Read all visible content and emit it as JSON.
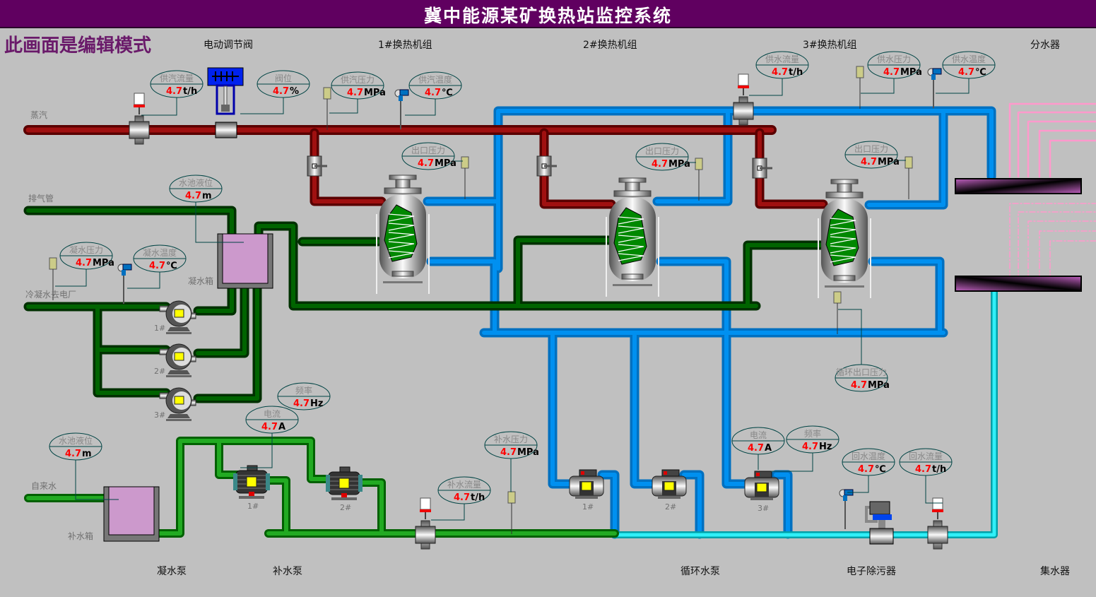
{
  "header": {
    "title": "冀中能源某矿换热站监控系统",
    "mode_notice": "此画面是编辑模式"
  },
  "colors": {
    "title_bar": "#600060",
    "background": "#c0c0c0",
    "steam_pipe": "#8b0000",
    "supply_water_pipe": "#0088e0",
    "return_water_pipe": "#00e0e8",
    "condensate_pipe": "#005500",
    "makeup_pipe": "#119911",
    "value_text": "#ff0000"
  },
  "section_labels": {
    "electric_valve": "电动调节阀",
    "unit1": "1#换热机组",
    "unit2": "2#换热机组",
    "unit3": "3#换热机组",
    "distributor": "分水器",
    "condensate_pumps": "凝水泵",
    "makeup_pumps": "补水泵",
    "circ_pumps": "循环水泵",
    "descaler": "电子除污器",
    "collector": "集水器"
  },
  "pipe_labels": {
    "steam": "蒸汽",
    "exhaust": "排气管",
    "condensate_out": "冷凝水去电厂",
    "condensate_tank": "凝水箱",
    "tap_water": "自来水",
    "makeup_tank": "补水箱"
  },
  "pump_labels": {
    "cond": [
      "1#",
      "2#",
      "3#"
    ],
    "makeup": [
      "1#",
      "2#"
    ],
    "circ": [
      "1#",
      "2#",
      "3#"
    ]
  },
  "tags": {
    "steam_flow": {
      "title": "供汽流量",
      "value": "4.7",
      "unit": "t/h"
    },
    "valve_pos": {
      "title": "阀位",
      "value": "4.7",
      "unit": "%"
    },
    "steam_pressure": {
      "title": "供汽压力",
      "value": "4.7",
      "unit": "MPa"
    },
    "steam_temp": {
      "title": "供汽温度",
      "value": "4.7",
      "unit": "℃"
    },
    "supply_flow": {
      "title": "供水流量",
      "value": "4.7",
      "unit": "t/h"
    },
    "supply_pressure": {
      "title": "供水压力",
      "value": "4.7",
      "unit": "MPa"
    },
    "supply_temp": {
      "title": "供水温度",
      "value": "4.7",
      "unit": "℃"
    },
    "outlet_p1": {
      "title": "出口压力",
      "value": "4.7",
      "unit": "MPa"
    },
    "outlet_p2": {
      "title": "出口压力",
      "value": "4.7",
      "unit": "MPa"
    },
    "outlet_p3": {
      "title": "出口压力",
      "value": "4.7",
      "unit": "MPa"
    },
    "pool_level_cond": {
      "title": "水池液位",
      "value": "4.7",
      "unit": "m"
    },
    "cond_pressure": {
      "title": "凝水压力",
      "value": "4.7",
      "unit": "MPa"
    },
    "cond_temp": {
      "title": "凝水温度",
      "value": "4.7",
      "unit": "℃"
    },
    "circ_outlet_p": {
      "title": "循环出口压力",
      "value": "4.7",
      "unit": "MPa"
    },
    "makeup_freq": {
      "title": "频率",
      "value": "4.7",
      "unit": "Hz"
    },
    "makeup_current": {
      "title": "电流",
      "value": "4.7",
      "unit": "A"
    },
    "pool_level_makeup": {
      "title": "水池液位",
      "value": "4.7",
      "unit": "m"
    },
    "makeup_pressure": {
      "title": "补水压力",
      "value": "4.7",
      "unit": "MPa"
    },
    "makeup_flow": {
      "title": "补水流量",
      "value": "4.7",
      "unit": "t/h"
    },
    "circ_current": {
      "title": "电流",
      "value": "4.7",
      "unit": "A"
    },
    "circ_freq": {
      "title": "频率",
      "value": "4.7",
      "unit": "Hz"
    },
    "return_temp": {
      "title": "回水温度",
      "value": "4.7",
      "unit": "℃"
    },
    "return_flow": {
      "title": "回水流量",
      "value": "4.7",
      "unit": "t/h"
    }
  }
}
